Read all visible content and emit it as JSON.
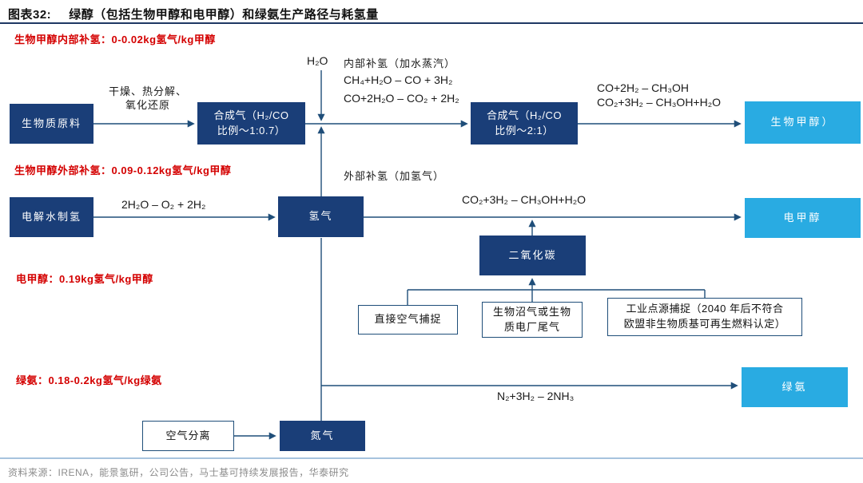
{
  "figure": {
    "label": "图表32:",
    "title": "绿醇（包括生物甲醇和电甲醇）和绿氨生产路径与耗氢量",
    "source": "资料来源：IRENA，能景氢研，公司公告，马士基可持续发展报告，华泰研究"
  },
  "colors": {
    "navy_box": "#1A3E78",
    "cyan_box": "#29ABE2",
    "annotation_red": "#D40000",
    "line": "#1F4E79",
    "title_rule": "#1F3864",
    "bottom_rule": "#A6C3DE"
  },
  "annotations": {
    "bio_internal": "生物甲醇内部补氢：0-0.02kg氢气/kg甲醇",
    "bio_external": "生物甲醇外部补氢：0.09-0.12kg氢气/kg甲醇",
    "e_methanol": "电甲醇：0.19kg氢气/kg甲醇",
    "green_ammonia": "绿氨：0.18-0.2kg氢气/kg绿氨"
  },
  "nodes": {
    "biomass": "生物质原料",
    "syngas1_l1": "合成气（H₂/CO",
    "syngas1_l2": "比例～1:0.7）",
    "syngas2_l1": "合成气（H₂/CO",
    "syngas2_l2": "比例～2:1）",
    "electrolysis": "电解水制氢",
    "hydrogen": "氢气",
    "co2": "二氧化碳",
    "nitrogen": "氮气",
    "bio_methanol": "生物甲醇）",
    "e_methanol": "电甲醇",
    "green_ammonia": "绿氨",
    "dac": "直接空气捕捉",
    "biogas_l1": "生物沼气或生物",
    "biogas_l2": "质电厂尾气",
    "industrial_l1": "工业点源捕捉（2040 年后不符合",
    "industrial_l2": "欧盟非生物质基可再生燃料认定）",
    "air_separation": "空气分离"
  },
  "labels": {
    "h2o": "H₂O",
    "internal_supp": "内部补氢（加水蒸汽）",
    "smr_reaction": "CH₄+H₂O – CO + 3H₂",
    "wgs_reaction": "CO+2H₂O – CO₂ + 2H₂",
    "pretreat_l1": "干燥、热分解、",
    "pretreat_l2": "氧化还原",
    "meoh_syn1": "CO+2H₂ – CH₃OH",
    "meoh_syn2": "CO₂+3H₂ – CH₃OH+H₂O",
    "external_supp": "外部补氢（加氢气）",
    "electrolysis_reaction": "2H₂O – O₂ + 2H₂",
    "e_meoh_reaction": "CO₂+3H₂ – CH₃OH+H₂O",
    "ammonia_reaction": "N₂+3H₂ – 2NH₃"
  }
}
